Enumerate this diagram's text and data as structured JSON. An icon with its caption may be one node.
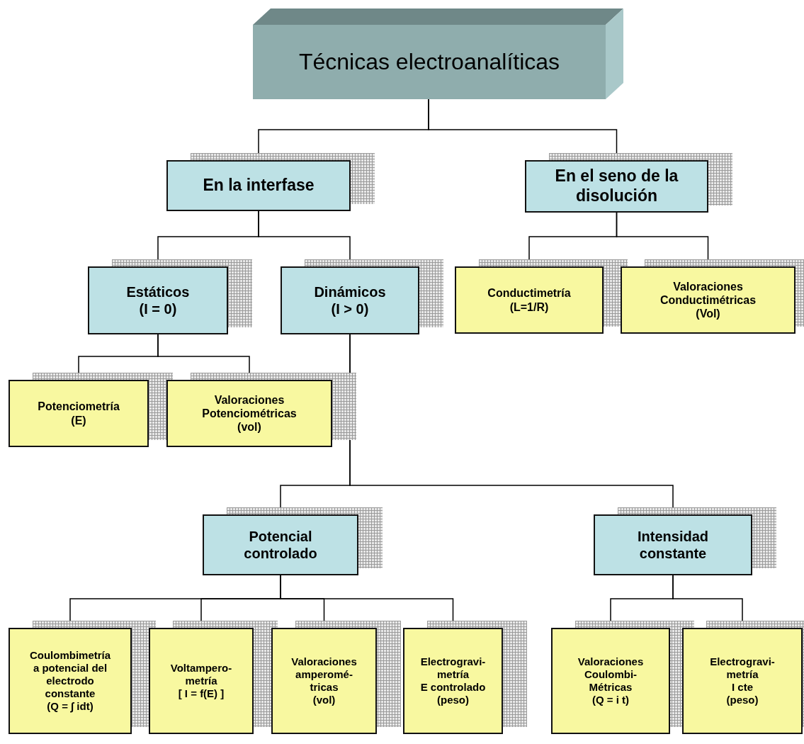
{
  "diagram": {
    "nodes": [
      {
        "text": [
          "Técnicas electroanalíticas"
        ]
      },
      {
        "text": [
          "En la interfase"
        ]
      },
      {
        "text": [
          "En el seno de la disolución"
        ]
      },
      {
        "text": [
          "Estáticos",
          "(I = 0)"
        ]
      },
      {
        "text": [
          "Dinámicos",
          "(I > 0)"
        ]
      },
      {
        "text": [
          "Conductimetría",
          "(L=1/R)"
        ]
      },
      {
        "text": [
          "Valoraciones Conductimétricas",
          "(Vol)"
        ]
      },
      {
        "text": [
          "Potenciometría",
          "(E)"
        ]
      },
      {
        "text": [
          "Valoraciones Potenciométricas",
          "(vol)"
        ]
      },
      {
        "text": [
          "Potencial controlado"
        ]
      },
      {
        "text": [
          "Intensidad constante"
        ]
      },
      {
        "text": [
          "Coulombimetría a potencial del electrodo constante",
          "(Q = ∫ idt)"
        ]
      },
      {
        "text": [
          "Voltampero- metría",
          "[ I = f(E) ]"
        ]
      },
      {
        "text": [
          "Valoraciones amperomé- tricas",
          "(vol)"
        ]
      },
      {
        "text": [
          "Electrogravi- metría",
          "E controlado",
          "(peso)"
        ]
      },
      {
        "text": [
          "Valoraciones Coulombi- Métricas",
          "(Q = i t)"
        ]
      },
      {
        "text": [
          "Electrogravi- metría",
          "I cte",
          "(peso)"
        ]
      }
    ],
    "edges": [
      {
        "from": 0,
        "to": 1,
        "arrow": "none"
      },
      {
        "from": 0,
        "to": 2,
        "arrow": "none"
      },
      {
        "from": 1,
        "to": 3,
        "arrow": "none"
      },
      {
        "from": 1,
        "to": 4,
        "arrow": "none"
      },
      {
        "from": 2,
        "to": 5,
        "arrow": "none"
      },
      {
        "from": 2,
        "to": 6,
        "arrow": "none"
      },
      {
        "from": 3,
        "to": 7,
        "arrow": "none"
      },
      {
        "from": 3,
        "to": 8,
        "arrow": "none"
      },
      {
        "from": 4,
        "to": 9,
        "arrow": "none"
      },
      {
        "from": 4,
        "to": 10,
        "arrow": "none"
      },
      {
        "from": 9,
        "to": 11,
        "arrow": "none"
      },
      {
        "from": 9,
        "to": 12,
        "arrow": "none"
      },
      {
        "from": 9,
        "to": 13,
        "arrow": "none"
      },
      {
        "from": 9,
        "to": 14,
        "arrow": "none"
      },
      {
        "from": 10,
        "to": 15,
        "arrow": "none"
      },
      {
        "from": 10,
        "to": 16,
        "arrow": "none"
      }
    ]
  }
}
